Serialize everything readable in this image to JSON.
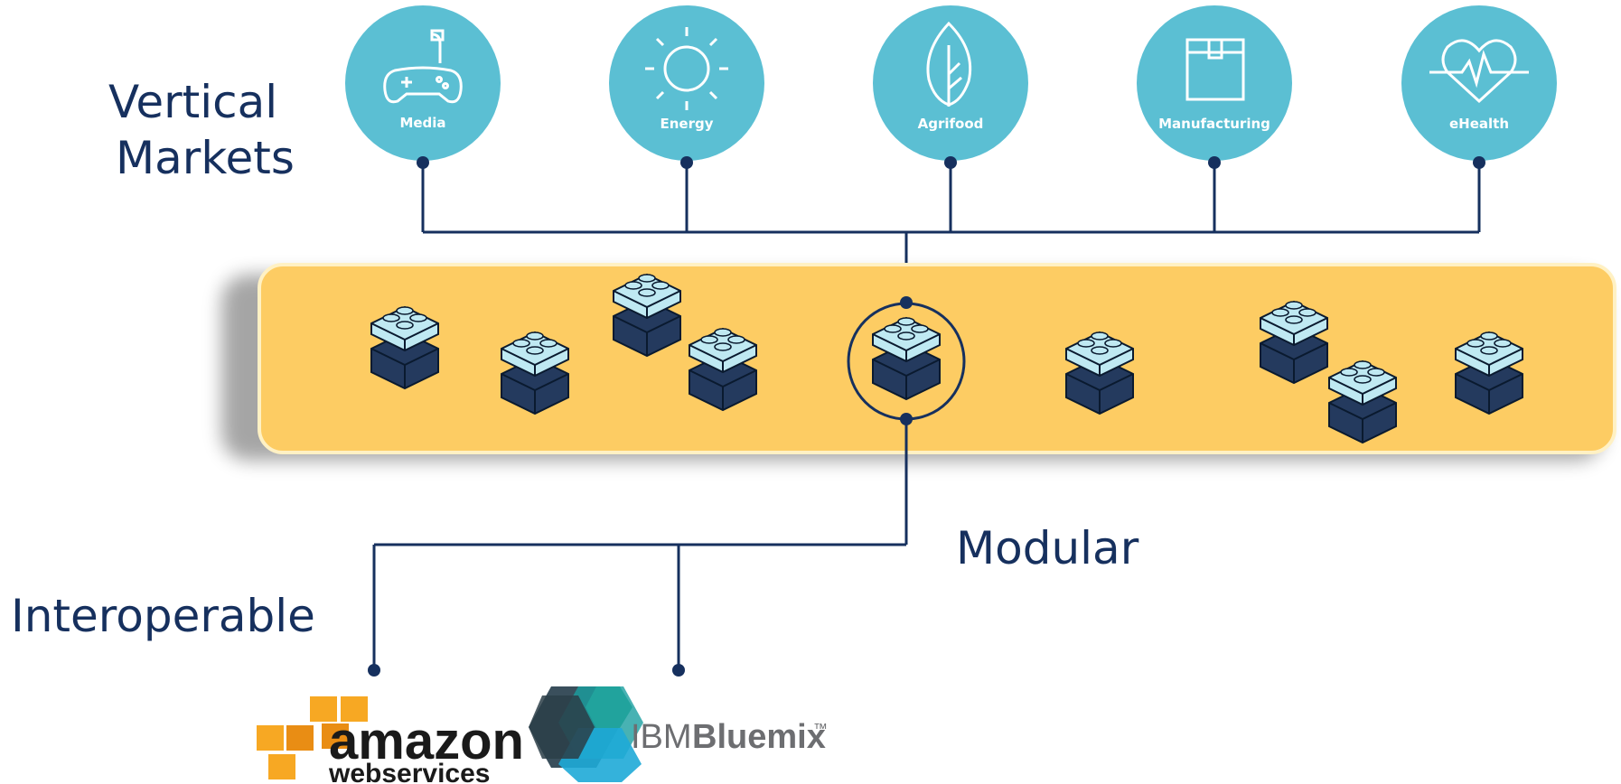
{
  "headings": {
    "vertical_line1": "Vertical",
    "vertical_line2": "Markets",
    "modular": "Modular",
    "interoperable": "Interoperable"
  },
  "markets": [
    {
      "label": "Media",
      "icon": "gamepad-icon"
    },
    {
      "label": "Energy",
      "icon": "sun-icon"
    },
    {
      "label": "Agrifood",
      "icon": "leaf-icon"
    },
    {
      "label": "Manufacturing",
      "icon": "box-icon"
    },
    {
      "label": "eHealth",
      "icon": "heart-pulse-icon"
    }
  ],
  "platforms": {
    "aws_word1": "amazon",
    "aws_word2": "webservices",
    "ibm_word1": "IBM",
    "ibm_word2": "Bluemix",
    "ibm_tm": "™"
  },
  "colors": {
    "circle": "#5bbfd3",
    "line": "#16305e",
    "band": "#fdcc63",
    "brick_light": "#bfe9f2",
    "brick_dark": "#243a5e",
    "aws_orange": "#f7a823"
  }
}
